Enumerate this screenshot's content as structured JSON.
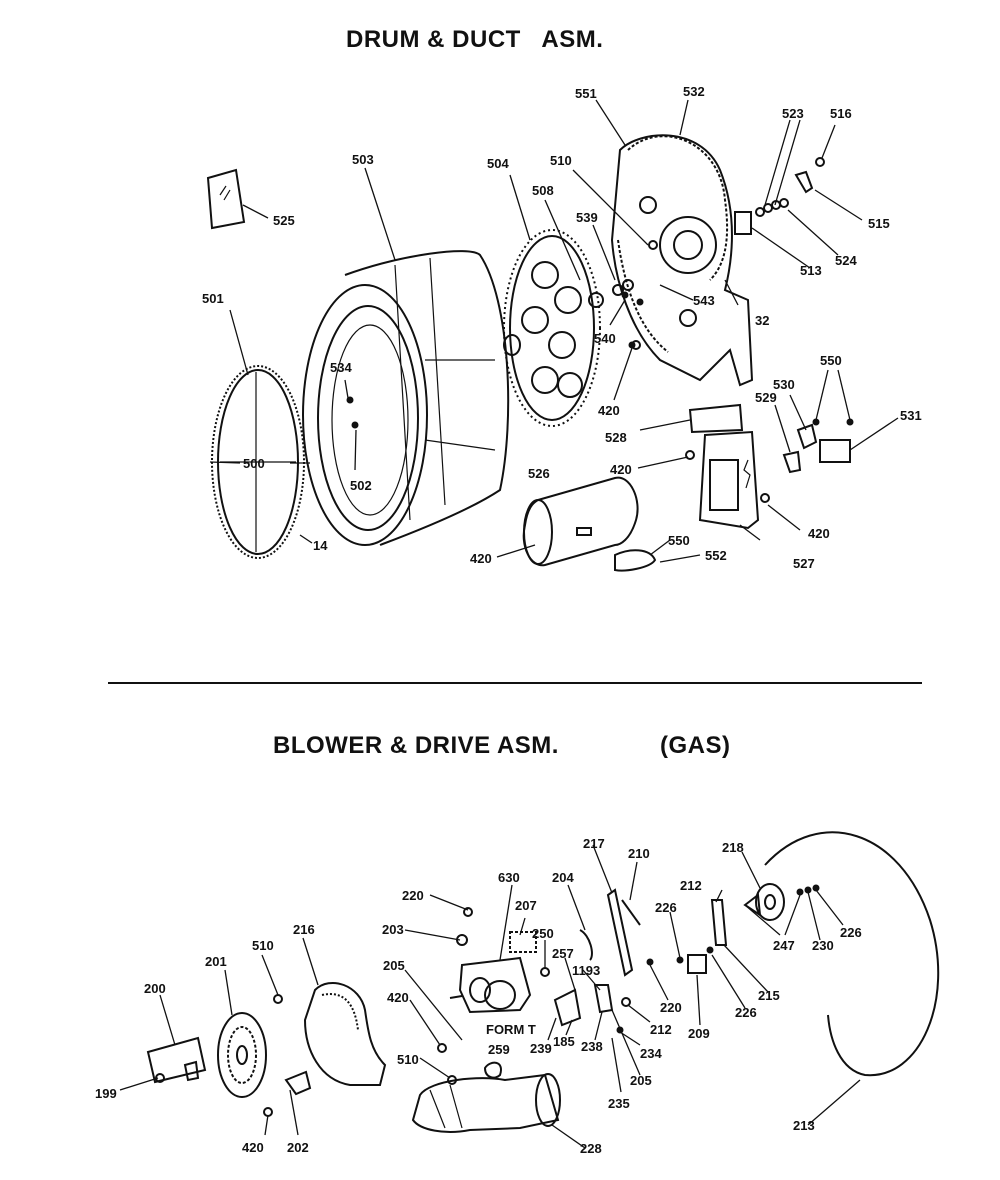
{
  "sections": {
    "drum": {
      "title": "DRUM & DUCT   ASM."
    },
    "blower": {
      "title": "BLOWER & DRIVE ASM.",
      "variant": "(GAS)"
    }
  },
  "parts": {
    "p551": "551",
    "p532": "532",
    "p523": "523",
    "p516": "516",
    "p503": "503",
    "p504": "504",
    "p510a": "510",
    "p508": "508",
    "p525": "525",
    "p539": "539",
    "p515": "515",
    "p543": "543",
    "p513": "513",
    "p524": "524",
    "p32": "32",
    "p501": "501",
    "p540": "540",
    "p534": "534",
    "p550a": "550",
    "p530": "530",
    "p420a": "420",
    "p529": "529",
    "p531": "531",
    "p528": "528",
    "p500": "500",
    "p420b": "420",
    "p502": "502",
    "p526": "526",
    "p420c": "420",
    "p14": "14",
    "p550b": "550",
    "p420d": "420",
    "p552": "552",
    "p527": "527",
    "p217": "217",
    "p210": "210",
    "p218": "218",
    "p630": "630",
    "p204": "204",
    "p212a": "212",
    "p220a": "220",
    "p207": "207",
    "p226a": "226",
    "p216": "216",
    "p203": "203",
    "p250": "250",
    "p247": "247",
    "p230": "230",
    "p226b": "226",
    "p201": "201",
    "p510b": "510",
    "p257": "257",
    "p205a": "205",
    "p1193": "1193",
    "p200": "200",
    "p420e": "420",
    "p220b": "220",
    "p215": "215",
    "p226c": "226",
    "p212b": "212",
    "p209": "209",
    "p form": "FORM T",
    "p239": "239",
    "p185": "185",
    "p238": "238",
    "p234": "234",
    "p259": "259",
    "p510c": "510",
    "p205b": "205",
    "p199": "199",
    "p235": "235",
    "p420f": "420",
    "p202": "202",
    "p228": "228",
    "p213": "213"
  }
}
